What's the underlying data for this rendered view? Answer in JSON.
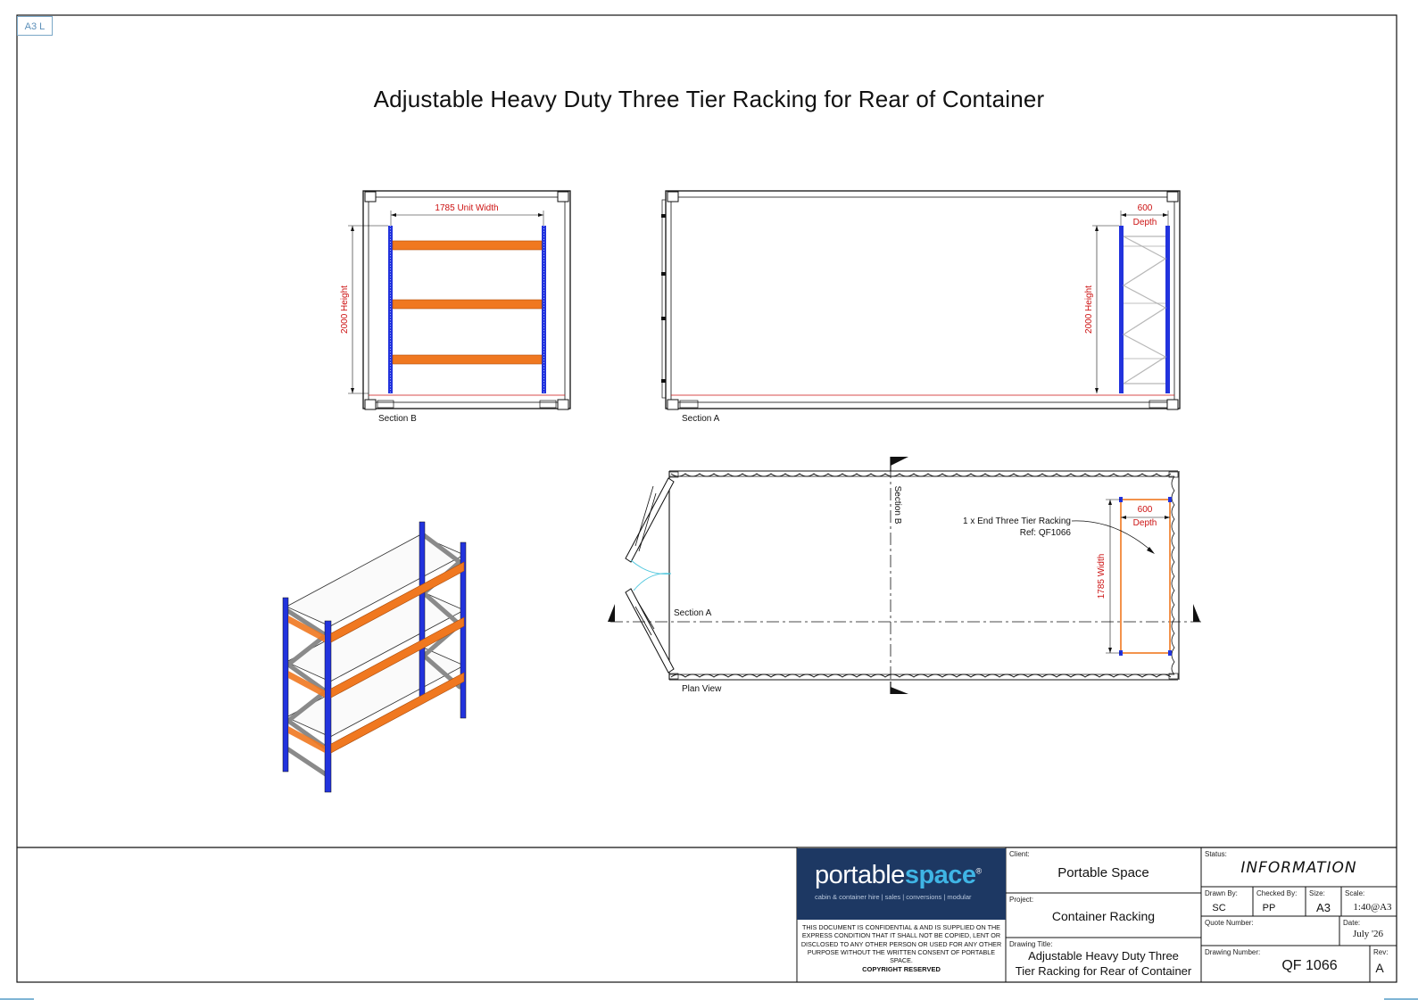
{
  "sheet_tag": "A3 L",
  "title": "Adjustable Heavy Duty Three Tier Racking for Rear of Container",
  "views": {
    "section_b": {
      "caption": "Section B",
      "width_dim": "1785 Unit Width",
      "height_dim": "2000 Height"
    },
    "section_a": {
      "caption": "Section A",
      "depth_dim_value": "600",
      "depth_dim_label": "Depth",
      "height_dim": "2000 Height"
    },
    "plan": {
      "caption": "Plan View",
      "section_a_marker": "Section A",
      "section_b_marker": "Section B",
      "callout_line1": "1 x End Three Tier Racking",
      "callout_line2": "Ref: QF1066",
      "depth_dim_value": "600",
      "depth_dim_label": "Depth",
      "width_dim": "1785 Width"
    }
  },
  "title_block": {
    "logo": {
      "word_main": "portable",
      "word_accent": "space",
      "registered": "®",
      "tagline": "cabin & container hire  |  sales  |  conversions  |  modular"
    },
    "disclaimer": "THIS DOCUMENT IS CONFIDENTIAL & AND IS SUPPLIED ON THE EXPRESS CONDITION THAT IT SHALL NOT BE COPIED, LENT OR DISCLOSED TO ANY OTHER PERSON OR USED FOR ANY OTHER PURPOSE WITHOUT THE WRITTEN CONSENT OF PORTABLE SPACE.",
    "copyright": "COPYRIGHT RESERVED",
    "client_label": "Client:",
    "client": "Portable Space",
    "project_label": "Project:",
    "project": "Container Racking",
    "drawing_title_label": "Drawing Title:",
    "drawing_title_line1": "Adjustable Heavy Duty Three",
    "drawing_title_line2": "Tier Racking for Rear of Container",
    "status_label": "Status:",
    "status": "INFORMATION",
    "drawn_by_label": "Drawn By:",
    "drawn_by": "SC",
    "checked_by_label": "Checked By:",
    "checked_by": "PP",
    "size_label": "Size:",
    "size": "A3",
    "scale_label": "Scale:",
    "scale": "1:40@A3",
    "quote_number_label": "Quote Number:",
    "quote_number": "",
    "date_label": "Date:",
    "date": "July '26",
    "drawing_number_label": "Drawing Number:",
    "drawing_number": "QF 1066",
    "rev_label": "Rev:",
    "rev": "A"
  },
  "colors": {
    "dimension": "#cc1111",
    "upright": "#2233dd",
    "beam": "#f07820",
    "bracing": "#8a8a8a",
    "logo_bg": "#1d3863",
    "logo_accent": "#3fb5e5",
    "door_swing": "#4cc6dd"
  }
}
